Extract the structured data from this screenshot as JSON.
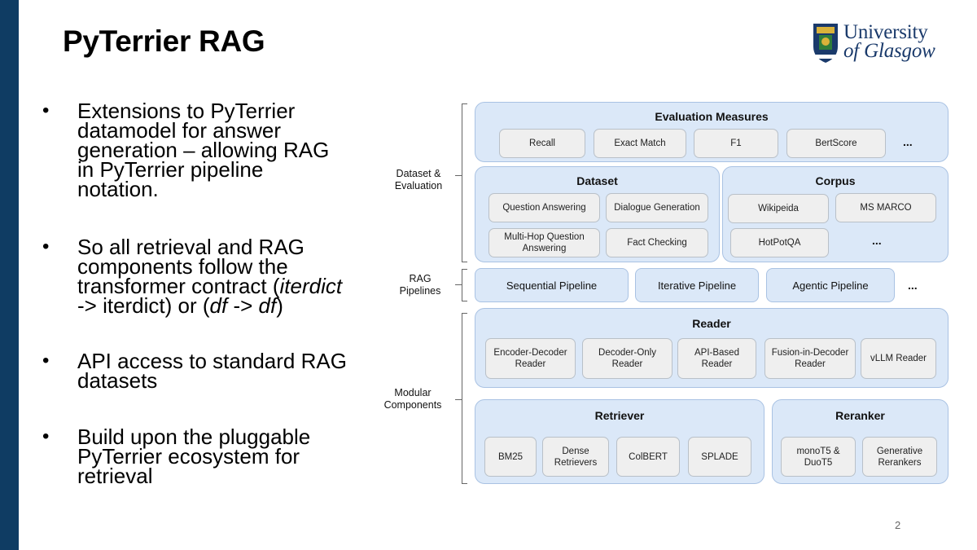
{
  "slide": {
    "title": "PyTerrier RAG",
    "page_number": "2"
  },
  "logo": {
    "line1": "University",
    "line2": "of Glasgow"
  },
  "bullets": [
    {
      "lines": [
        "Extensions to PyTerrier",
        "datamodel for answer",
        "generation – allowing RAG",
        "in PyTerrier pipeline",
        "notation."
      ]
    },
    {
      "lines": [
        "So all retrieval and RAG",
        "components follow the"
      ],
      "line3_pre": "transformer contract (",
      "line3_ital": "iterdict",
      "line4_a": "-> iterdict) or (",
      "line4_b": "df",
      "line4_c": " -> ",
      "line4_d": "df",
      "line4_e": ")"
    },
    {
      "lines": [
        "API access to standard RAG",
        "datasets"
      ]
    },
    {
      "lines": [
        "Build upon the pluggable",
        "PyTerrier ecosystem for",
        "retrieval"
      ]
    }
  ],
  "diagram": {
    "groups": {
      "dataset_eval": [
        "Dataset &",
        "Evaluation"
      ],
      "rag_pipelines": [
        "RAG",
        "Pipelines"
      ],
      "modular": [
        "Modular",
        "Components"
      ]
    },
    "evaluation": {
      "title": "Evaluation Measures",
      "items": [
        "Recall",
        "Exact Match",
        "F1",
        "BertScore"
      ],
      "more": "..."
    },
    "dataset": {
      "title": "Dataset",
      "items": [
        "Question Answering",
        "Dialogue Generation",
        "Multi-Hop Question Answering",
        "Fact Checking"
      ],
      "items_line1": "Multi-Hop Question",
      "items_line2": "Answering"
    },
    "corpus": {
      "title": "Corpus",
      "items": [
        "Wikipeida",
        "MS MARCO",
        "HotPotQA"
      ],
      "more": "..."
    },
    "pipelines": {
      "items": [
        "Sequential Pipeline",
        "Iterative Pipeline",
        "Agentic Pipeline"
      ],
      "more": "..."
    },
    "reader": {
      "title": "Reader",
      "items": [
        [
          "Encoder-Decoder",
          "Reader"
        ],
        [
          "Decoder-Only",
          "Reader"
        ],
        [
          "API-Based",
          "Reader"
        ],
        [
          "Fusion-in-Decoder",
          "Reader"
        ],
        [
          "vLLM Reader",
          ""
        ]
      ]
    },
    "retriever": {
      "title": "Retriever",
      "items": [
        [
          "BM25",
          ""
        ],
        [
          "Dense",
          "Retrievers"
        ],
        [
          "ColBERT",
          ""
        ],
        [
          "SPLADE",
          ""
        ]
      ]
    },
    "reranker": {
      "title": "Reranker",
      "items": [
        [
          "monoT5 &",
          "DuoT5"
        ],
        [
          "Generative",
          "Rerankers"
        ]
      ]
    }
  }
}
